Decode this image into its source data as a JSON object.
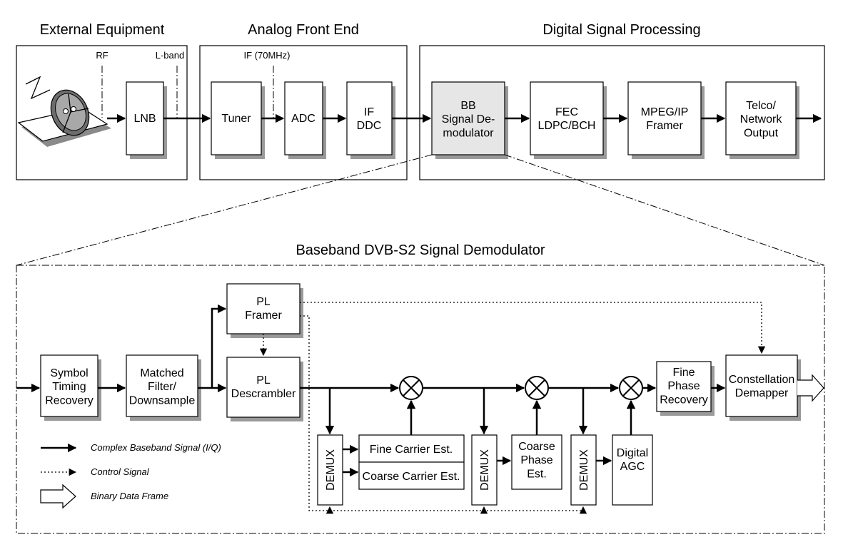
{
  "sections": {
    "external": "External Equipment",
    "analog": "Analog Front End",
    "digital": "Digital Signal Processing",
    "baseband": "Baseband DVB-S2 Signal Demodulator"
  },
  "labels": {
    "rf": "RF",
    "lband": "L-band",
    "if": "IF (70MHz)"
  },
  "top_blocks": {
    "lnb": [
      "LNB"
    ],
    "tuner": [
      "Tuner"
    ],
    "adc": [
      "ADC"
    ],
    "ifddc": [
      "IF",
      "DDC"
    ],
    "bb": [
      "BB",
      "Signal De-",
      "modulator"
    ],
    "fec": [
      "FEC",
      "LDPC/BCH"
    ],
    "mpeg": [
      "MPEG/IP",
      "Framer"
    ],
    "telco": [
      "Telco/",
      "Network",
      "Output"
    ]
  },
  "demod_blocks": {
    "symbol": [
      "Symbol",
      "Timing",
      "Recovery"
    ],
    "matched": [
      "Matched",
      "Filter/",
      "Downsample"
    ],
    "framer": [
      "PL",
      "Framer"
    ],
    "descrambler": [
      "PL",
      "Descrambler"
    ],
    "fine_carrier": [
      "Fine Carrier Est."
    ],
    "coarse_carrier": [
      "Coarse Carrier Est."
    ],
    "coarse_phase": [
      "Coarse",
      "Phase",
      "Est."
    ],
    "agc": [
      "Digital",
      "AGC"
    ],
    "fine_phase": [
      "Fine",
      "Phase",
      "Recovery"
    ],
    "constellation": [
      "Constellation",
      "Demapper"
    ],
    "demux": "DEMUX"
  },
  "legend": {
    "complex": "Complex Baseband Signal (I/Q)",
    "control": "Control Signal",
    "binary": "Binary Data Frame"
  },
  "colors": {
    "highlight_fill": "#e6e6e6",
    "shadow": "#9a9a9a"
  }
}
